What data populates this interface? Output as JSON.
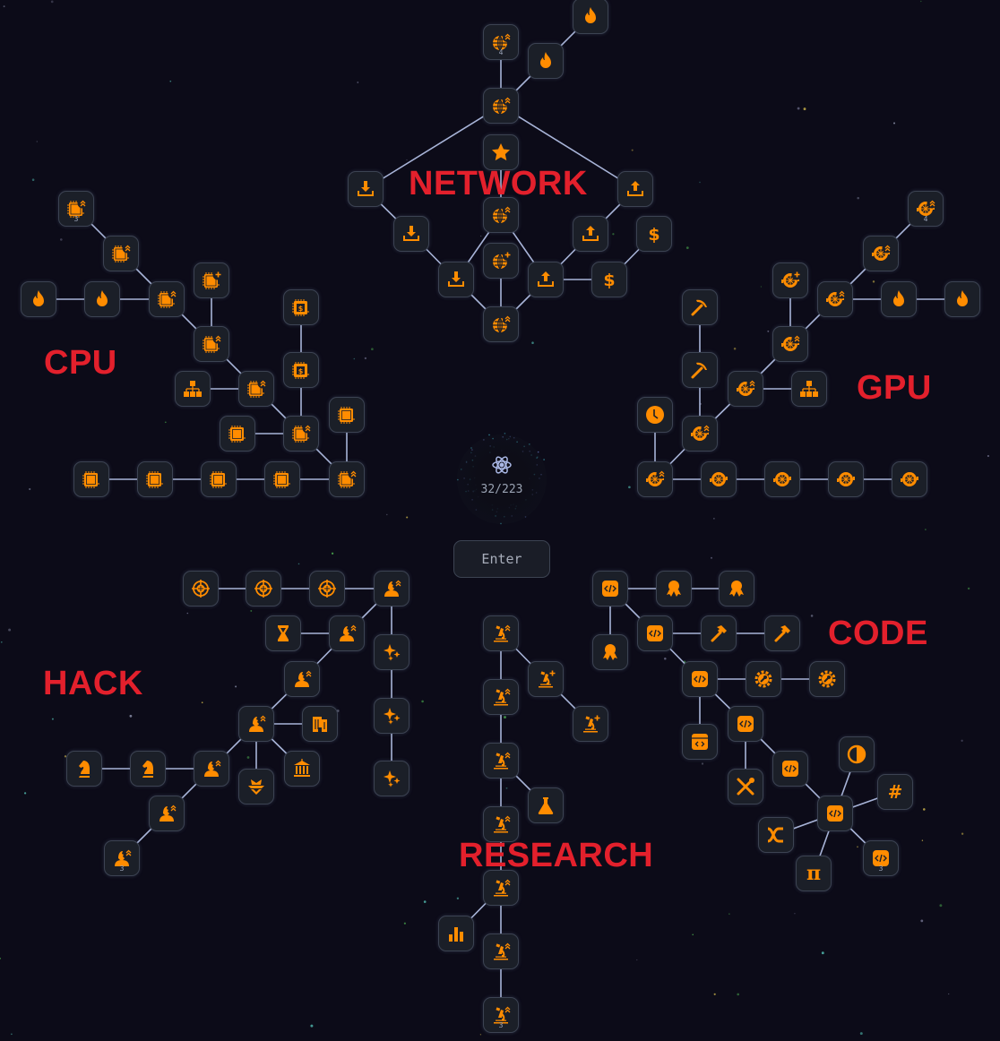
{
  "core": {
    "icon": "atom-icon",
    "progress_text": "32/223",
    "unlocked": 32,
    "total": 223
  },
  "enter_button": {
    "label": "Enter"
  },
  "colors": {
    "accent": "#ff8c00",
    "edge": "#a8b4d8",
    "label": "#e3202c",
    "tile": "#1b1f28",
    "tile_border": "#3c4352",
    "background": "#0c0b18"
  },
  "labels": {
    "network": "NETWORK",
    "cpu": "CPU",
    "gpu": "GPU",
    "hack": "HACK",
    "code": "CODE",
    "research": "RESEARCH"
  },
  "trees": {
    "network": {
      "nodes": [
        {
          "id": "n1",
          "icon": "globe-upgrade",
          "level": "4"
        },
        {
          "id": "n2",
          "icon": "fire"
        },
        {
          "id": "n3",
          "icon": "fire"
        },
        {
          "id": "n4",
          "icon": "globe-upgrade"
        },
        {
          "id": "n5",
          "icon": "star"
        },
        {
          "id": "n6",
          "icon": "download"
        },
        {
          "id": "n7",
          "icon": "upload"
        },
        {
          "id": "n8",
          "icon": "globe-upgrade"
        },
        {
          "id": "n9",
          "icon": "download"
        },
        {
          "id": "n10",
          "icon": "upload"
        },
        {
          "id": "n11",
          "icon": "dollar"
        },
        {
          "id": "n12",
          "icon": "globe-plus"
        },
        {
          "id": "n13",
          "icon": "download"
        },
        {
          "id": "n14",
          "icon": "upload"
        },
        {
          "id": "n15",
          "icon": "dollar"
        },
        {
          "id": "n16",
          "icon": "globe-upgrade"
        }
      ],
      "edges": [
        [
          "n1",
          "n4"
        ],
        [
          "n4",
          "n2"
        ],
        [
          "n2",
          "n3"
        ],
        [
          "n4",
          "n6"
        ],
        [
          "n4",
          "n7"
        ],
        [
          "n5",
          "n8"
        ],
        [
          "n6",
          "n9"
        ],
        [
          "n9",
          "n13"
        ],
        [
          "n7",
          "n10"
        ],
        [
          "n10",
          "n14"
        ],
        [
          "n8",
          "n13"
        ],
        [
          "n8",
          "n14"
        ],
        [
          "n12",
          "n16"
        ],
        [
          "n13",
          "n16"
        ],
        [
          "n14",
          "n16"
        ],
        [
          "n14",
          "n15"
        ],
        [
          "n15",
          "n11"
        ]
      ]
    },
    "cpu": {
      "nodes": [
        {
          "id": "c1",
          "icon": "cpu-upgrade",
          "level": "3"
        },
        {
          "id": "c2",
          "icon": "cpu-upgrade"
        },
        {
          "id": "c3",
          "icon": "fire"
        },
        {
          "id": "c4",
          "icon": "fire"
        },
        {
          "id": "c5",
          "icon": "cpu-upgrade"
        },
        {
          "id": "c6",
          "icon": "cpu-plus"
        },
        {
          "id": "c7",
          "icon": "cpu-upgrade"
        },
        {
          "id": "c8",
          "icon": "cpu-dollar"
        },
        {
          "id": "c9",
          "icon": "cpu-dollar"
        },
        {
          "id": "c10",
          "icon": "hierarchy"
        },
        {
          "id": "c11",
          "icon": "cpu-upgrade"
        },
        {
          "id": "c12",
          "icon": "chip"
        },
        {
          "id": "c13",
          "icon": "cpu-upgrade"
        },
        {
          "id": "c14",
          "icon": "chip"
        },
        {
          "id": "c15",
          "icon": "chip"
        },
        {
          "id": "c16",
          "icon": "chip"
        },
        {
          "id": "c17",
          "icon": "chip"
        },
        {
          "id": "c18",
          "icon": "chip"
        },
        {
          "id": "c19",
          "icon": "cpu-upgrade"
        }
      ],
      "edges": [
        [
          "c1",
          "c2"
        ],
        [
          "c2",
          "c5"
        ],
        [
          "c3",
          "c4"
        ],
        [
          "c4",
          "c5"
        ],
        [
          "c5",
          "c7"
        ],
        [
          "c6",
          "c7"
        ],
        [
          "c7",
          "c11"
        ],
        [
          "c10",
          "c11"
        ],
        [
          "c11",
          "c13"
        ],
        [
          "c12",
          "c13"
        ],
        [
          "c8",
          "c9"
        ],
        [
          "c9",
          "c13"
        ],
        [
          "c13",
          "c19"
        ],
        [
          "c14",
          "c19"
        ],
        [
          "c15",
          "c16"
        ],
        [
          "c16",
          "c17"
        ],
        [
          "c17",
          "c18"
        ],
        [
          "c18",
          "c19"
        ]
      ]
    },
    "gpu": {
      "nodes": [
        {
          "id": "g1",
          "icon": "gpu-upgrade",
          "level": "4"
        },
        {
          "id": "g2",
          "icon": "gpu-upgrade"
        },
        {
          "id": "g3",
          "icon": "gpu-plus"
        },
        {
          "id": "g4",
          "icon": "gpu-upgrade"
        },
        {
          "id": "g5",
          "icon": "fire"
        },
        {
          "id": "g6",
          "icon": "fire"
        },
        {
          "id": "g7",
          "icon": "pickaxe"
        },
        {
          "id": "g8",
          "icon": "gpu-upgrade"
        },
        {
          "id": "g9",
          "icon": "pickaxe"
        },
        {
          "id": "g10",
          "icon": "gpu-upgrade"
        },
        {
          "id": "g11",
          "icon": "hierarchy"
        },
        {
          "id": "g12",
          "icon": "clock"
        },
        {
          "id": "g13",
          "icon": "gpu-upgrade"
        },
        {
          "id": "g14",
          "icon": "gpu-upgrade"
        },
        {
          "id": "g15",
          "icon": "gpu-fan"
        },
        {
          "id": "g16",
          "icon": "gpu-fan"
        },
        {
          "id": "g17",
          "icon": "gpu-fan"
        },
        {
          "id": "g18",
          "icon": "gpu-fan"
        }
      ],
      "edges": [
        [
          "g1",
          "g2"
        ],
        [
          "g2",
          "g4"
        ],
        [
          "g4",
          "g5"
        ],
        [
          "g5",
          "g6"
        ],
        [
          "g3",
          "g8"
        ],
        [
          "g4",
          "g8"
        ],
        [
          "g8",
          "g10"
        ],
        [
          "g10",
          "g11"
        ],
        [
          "g10",
          "g13"
        ],
        [
          "g7",
          "g9"
        ],
        [
          "g9",
          "g13"
        ],
        [
          "g13",
          "g14"
        ],
        [
          "g12",
          "g14"
        ],
        [
          "g14",
          "g15"
        ],
        [
          "g15",
          "g16"
        ],
        [
          "g16",
          "g17"
        ],
        [
          "g17",
          "g18"
        ]
      ]
    },
    "hack": {
      "nodes": [
        {
          "id": "h1",
          "icon": "crosshair"
        },
        {
          "id": "h2",
          "icon": "crosshair"
        },
        {
          "id": "h3",
          "icon": "crosshair"
        },
        {
          "id": "h4",
          "icon": "hacker-upgrade"
        },
        {
          "id": "h5",
          "icon": "hourglass"
        },
        {
          "id": "h6",
          "icon": "hacker-upgrade"
        },
        {
          "id": "h7",
          "icon": "sparkles"
        },
        {
          "id": "h8",
          "icon": "hacker-upgrade"
        },
        {
          "id": "h9",
          "icon": "sparkles"
        },
        {
          "id": "h10",
          "icon": "hacker-upgrade"
        },
        {
          "id": "h11",
          "icon": "office-building"
        },
        {
          "id": "h12",
          "icon": "chess-knight"
        },
        {
          "id": "h13",
          "icon": "chess-knight"
        },
        {
          "id": "h14",
          "icon": "hacker-upgrade"
        },
        {
          "id": "h15",
          "icon": "spy"
        },
        {
          "id": "h16",
          "icon": "bank"
        },
        {
          "id": "h17",
          "icon": "sparkles"
        },
        {
          "id": "h18",
          "icon": "hacker-upgrade"
        },
        {
          "id": "h19",
          "icon": "hacker-upgrade",
          "level": "3"
        }
      ],
      "edges": [
        [
          "h1",
          "h2"
        ],
        [
          "h2",
          "h3"
        ],
        [
          "h3",
          "h4"
        ],
        [
          "h4",
          "h6"
        ],
        [
          "h5",
          "h6"
        ],
        [
          "h4",
          "h7"
        ],
        [
          "h7",
          "h9"
        ],
        [
          "h9",
          "h17"
        ],
        [
          "h6",
          "h8"
        ],
        [
          "h8",
          "h10"
        ],
        [
          "h10",
          "h11"
        ],
        [
          "h10",
          "h14"
        ],
        [
          "h10",
          "h15"
        ],
        [
          "h10",
          "h16"
        ],
        [
          "h12",
          "h13"
        ],
        [
          "h13",
          "h14"
        ],
        [
          "h14",
          "h18"
        ],
        [
          "h18",
          "h19"
        ]
      ]
    },
    "research": {
      "nodes": [
        {
          "id": "r1",
          "icon": "microscope-upgrade"
        },
        {
          "id": "r2",
          "icon": "microscope-plus"
        },
        {
          "id": "r3",
          "icon": "microscope-plus"
        },
        {
          "id": "r4",
          "icon": "microscope-upgrade"
        },
        {
          "id": "r5",
          "icon": "microscope-upgrade"
        },
        {
          "id": "r6",
          "icon": "flask"
        },
        {
          "id": "r7",
          "icon": "microscope-upgrade"
        },
        {
          "id": "r8",
          "icon": "microscope-upgrade"
        },
        {
          "id": "r9",
          "icon": "bar-chart"
        },
        {
          "id": "r10",
          "icon": "microscope-upgrade"
        },
        {
          "id": "r11",
          "icon": "microscope-upgrade",
          "level": "3"
        }
      ],
      "edges": [
        [
          "r1",
          "r2"
        ],
        [
          "r2",
          "r3"
        ],
        [
          "r1",
          "r4"
        ],
        [
          "r4",
          "r5"
        ],
        [
          "r5",
          "r6"
        ],
        [
          "r5",
          "r7"
        ],
        [
          "r7",
          "r8"
        ],
        [
          "r8",
          "r9"
        ],
        [
          "r8",
          "r10"
        ],
        [
          "r10",
          "r11"
        ]
      ]
    },
    "code": {
      "nodes": [
        {
          "id": "k1",
          "icon": "code"
        },
        {
          "id": "k2",
          "icon": "award"
        },
        {
          "id": "k3",
          "icon": "award"
        },
        {
          "id": "k4",
          "icon": "award"
        },
        {
          "id": "k5",
          "icon": "code"
        },
        {
          "id": "k6",
          "icon": "hammer"
        },
        {
          "id": "k7",
          "icon": "hammer"
        },
        {
          "id": "k8",
          "icon": "code"
        },
        {
          "id": "k9",
          "icon": "gear-wrench"
        },
        {
          "id": "k10",
          "icon": "gear-wrench"
        },
        {
          "id": "k11",
          "icon": "code-window"
        },
        {
          "id": "k12",
          "icon": "code"
        },
        {
          "id": "k13",
          "icon": "tools"
        },
        {
          "id": "k14",
          "icon": "code"
        },
        {
          "id": "k15",
          "icon": "contrast"
        },
        {
          "id": "k16",
          "icon": "code"
        },
        {
          "id": "k17",
          "icon": "hash"
        },
        {
          "id": "k18",
          "icon": "shuffle"
        },
        {
          "id": "k19",
          "icon": "pi"
        },
        {
          "id": "k20",
          "icon": "code",
          "level": "3"
        }
      ],
      "edges": [
        [
          "k1",
          "k2"
        ],
        [
          "k2",
          "k3"
        ],
        [
          "k1",
          "k4"
        ],
        [
          "k1",
          "k5"
        ],
        [
          "k5",
          "k6"
        ],
        [
          "k6",
          "k7"
        ],
        [
          "k5",
          "k8"
        ],
        [
          "k8",
          "k9"
        ],
        [
          "k9",
          "k10"
        ],
        [
          "k8",
          "k11"
        ],
        [
          "k8",
          "k12"
        ],
        [
          "k12",
          "k13"
        ],
        [
          "k12",
          "k14"
        ],
        [
          "k14",
          "k16"
        ],
        [
          "k16",
          "k15"
        ],
        [
          "k16",
          "k17"
        ],
        [
          "k16",
          "k18"
        ],
        [
          "k16",
          "k19"
        ],
        [
          "k16",
          "k20"
        ]
      ]
    }
  }
}
